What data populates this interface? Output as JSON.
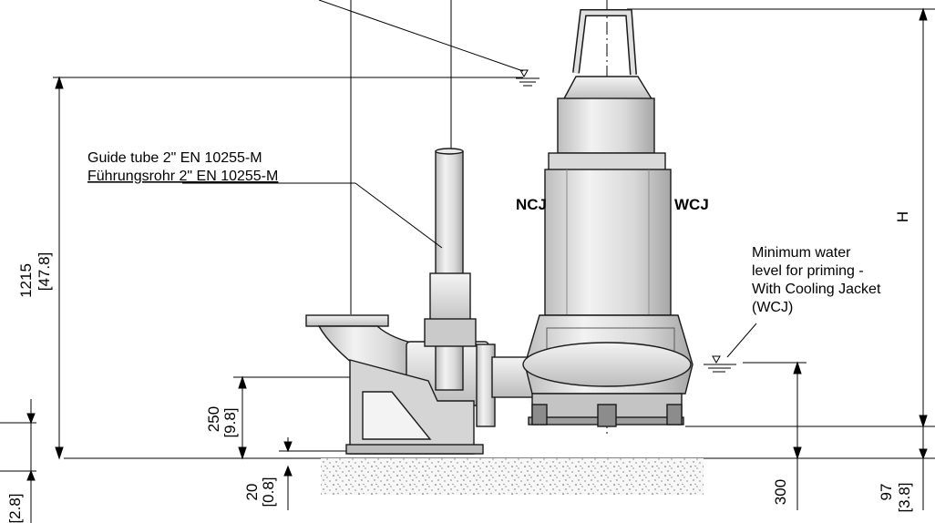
{
  "labels": {
    "guide_tube_en": "Guide tube 2\" EN 10255-M",
    "guide_tube_de": "Führungsrohr 2\" EN 10255-M",
    "ncj": "NCJ",
    "wcj": "WCJ",
    "min_water_1": "Minimum water",
    "min_water_2": "level for priming -",
    "min_water_3": "With Cooling Jacket",
    "min_water_4": "(WCJ)"
  },
  "dimensions": {
    "d1215": "1215",
    "d1215_in": "[47.8]",
    "d250": "250",
    "d250_in": "[9.8]",
    "d20": "20",
    "d20_in": "[0.8]",
    "d300": "300",
    "d97": "97",
    "d97_in": "[3.8]",
    "h": "H",
    "d_left_in": "[2.8]"
  },
  "colors": {
    "steel_light": "#e6e6e6",
    "steel_mid": "#cfcfcf",
    "steel_dark": "#8f8f8f",
    "line": "#000000"
  }
}
